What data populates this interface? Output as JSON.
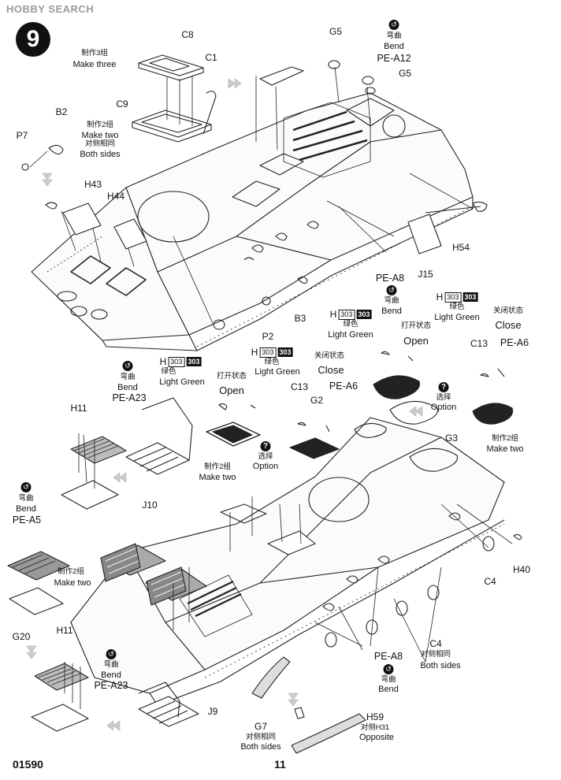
{
  "watermark": "HOBBY SEARCH",
  "step_number": "9",
  "page_number": "11",
  "kit_code": "01590",
  "labels": {
    "make_three_cn": "制作3组",
    "make_three": "Make three",
    "make_two_cn": "制作2组",
    "make_two": "Make two",
    "both_sides_cn": "对侧相同",
    "both_sides": "Both sides",
    "bend_cn": "弯曲",
    "bend": "Bend",
    "open_cn": "打开状态",
    "open": "Open",
    "close_cn": "关闭状态",
    "close": "Close",
    "option_cn": "选择",
    "option": "Option",
    "green_cn": "绿色",
    "light_green": "Light Green",
    "opposite_cn": "对侧H31",
    "opposite": "Opposite",
    "h_code": "H",
    "h_box": "303",
    "h_box_filled": "303"
  },
  "parts": {
    "c8": "C8",
    "c1": "C1",
    "c9": "C9",
    "g5a": "G5",
    "g5b": "G5",
    "pe_a12": "PE-A12",
    "b2": "B2",
    "p7": "P7",
    "h43": "H43",
    "h44": "H44",
    "h54": "H54",
    "j15": "J15",
    "pe_a8a": "PE-A8",
    "p2": "P2",
    "b3": "B3",
    "c13a": "C13",
    "pe_a6a": "PE-A6",
    "g2": "G2",
    "c13b": "C13",
    "pe_a6b": "PE-A6",
    "g3": "G3",
    "h11a": "H11",
    "pe_a23a": "PE-A23",
    "j10": "J10",
    "pe_a5": "PE-A5",
    "g20": "G20",
    "h11b": "H11",
    "pe_a23b": "PE-A23",
    "j9": "J9",
    "c4a": "C4",
    "h40": "H40",
    "c4b": "C4",
    "pe_a8b": "PE-A8",
    "g7": "G7",
    "h59": "H59"
  }
}
